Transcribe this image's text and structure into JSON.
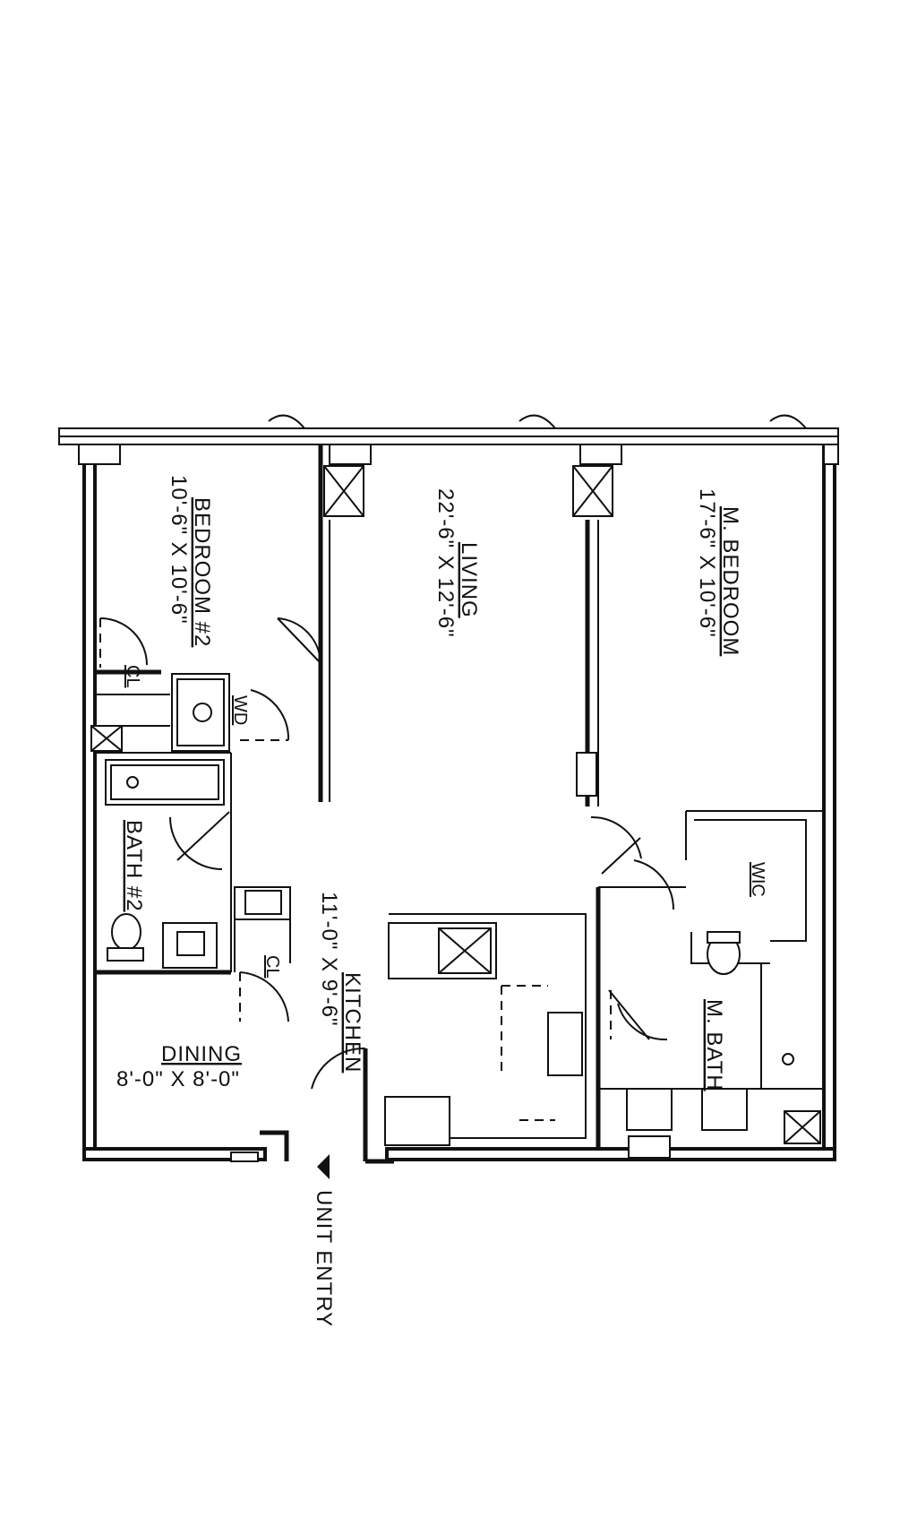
{
  "rooms": {
    "bedroom2": {
      "name": "BEDROOM #2",
      "size": "10'-6\" X 10'-6\""
    },
    "living": {
      "name": "LIVING",
      "size": "22'-6\" X 12'-6\""
    },
    "master_bedroom": {
      "name": "M. BEDROOM",
      "size": "17'-6\" X 10'-6\""
    },
    "kitchen": {
      "name": "KITCHEN",
      "size": "11'-0\" X 9'-6\""
    },
    "dining": {
      "name": "DINING",
      "size": "8'-0\" X 8'-0\""
    },
    "bath2": {
      "name": "BATH #2"
    },
    "master_bath": {
      "name": "M. BATH"
    },
    "closet1": {
      "name": "CL"
    },
    "closet2": {
      "name": "CL"
    },
    "washer_dryer": {
      "name": "WD"
    },
    "walk_in_closet": {
      "name": "WIC"
    }
  },
  "entry": {
    "label": "UNIT ENTRY"
  }
}
